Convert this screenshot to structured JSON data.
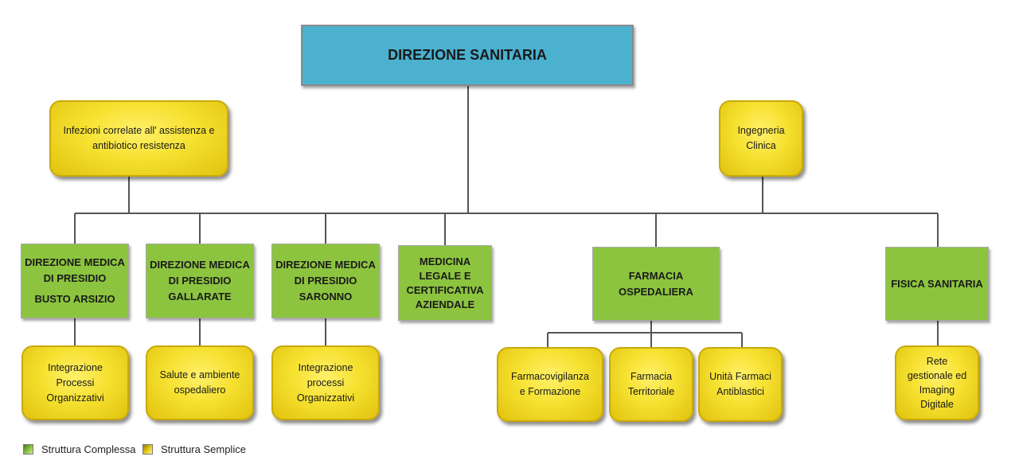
{
  "colors": {
    "complex": "#8cc43f",
    "simple": "#f6e130",
    "top": "#4bb1cf",
    "line": "#555555"
  },
  "top": {
    "label": "DIREZIONE SANITARIA"
  },
  "staff": {
    "infezioni": [
      "Infezioni correlate all' assistenza e",
      "antibiotico resistenza"
    ],
    "ingegneria": [
      "Ingegneria",
      "Clinica"
    ]
  },
  "complex": {
    "busto": [
      "DIREZIONE MEDICA",
      "DI PRESIDIO",
      "BUSTO ARSIZIO"
    ],
    "gallarate": [
      "DIREZIONE MEDICA",
      "DI PRESIDIO",
      "GALLARATE"
    ],
    "saronno": [
      "DIREZIONE MEDICA",
      "DI PRESIDIO",
      "SARONNO"
    ],
    "medicina": [
      "MEDICINA",
      "LEGALE E",
      "CERTIFICATIVA",
      "AZIENDALE"
    ],
    "farmacia": [
      "FARMACIA",
      "OSPEDALIERA"
    ],
    "fisica": [
      "FISICA SANITARIA"
    ]
  },
  "simple": {
    "busto_sub": [
      "Integrazione",
      "Processi",
      "Organizzativi"
    ],
    "gallarate_sub": [
      "Salute e ambiente",
      "ospedaliero"
    ],
    "saronno_sub": [
      "Integrazione",
      "processi",
      "Organizzativi"
    ],
    "farmacovigilanza": [
      "Farmacovigilanza",
      "e Formazione"
    ],
    "territoriale": [
      "Farmacia",
      "Territoriale"
    ],
    "antiblastici": [
      "Unità Farmaci",
      "Antiblastici"
    ],
    "fisica_sub": [
      "Rete",
      "gestionale ed",
      "Imaging",
      "Digitale"
    ]
  },
  "legend": {
    "complex": "Struttura Complessa",
    "simple": "Struttura Semplice"
  }
}
